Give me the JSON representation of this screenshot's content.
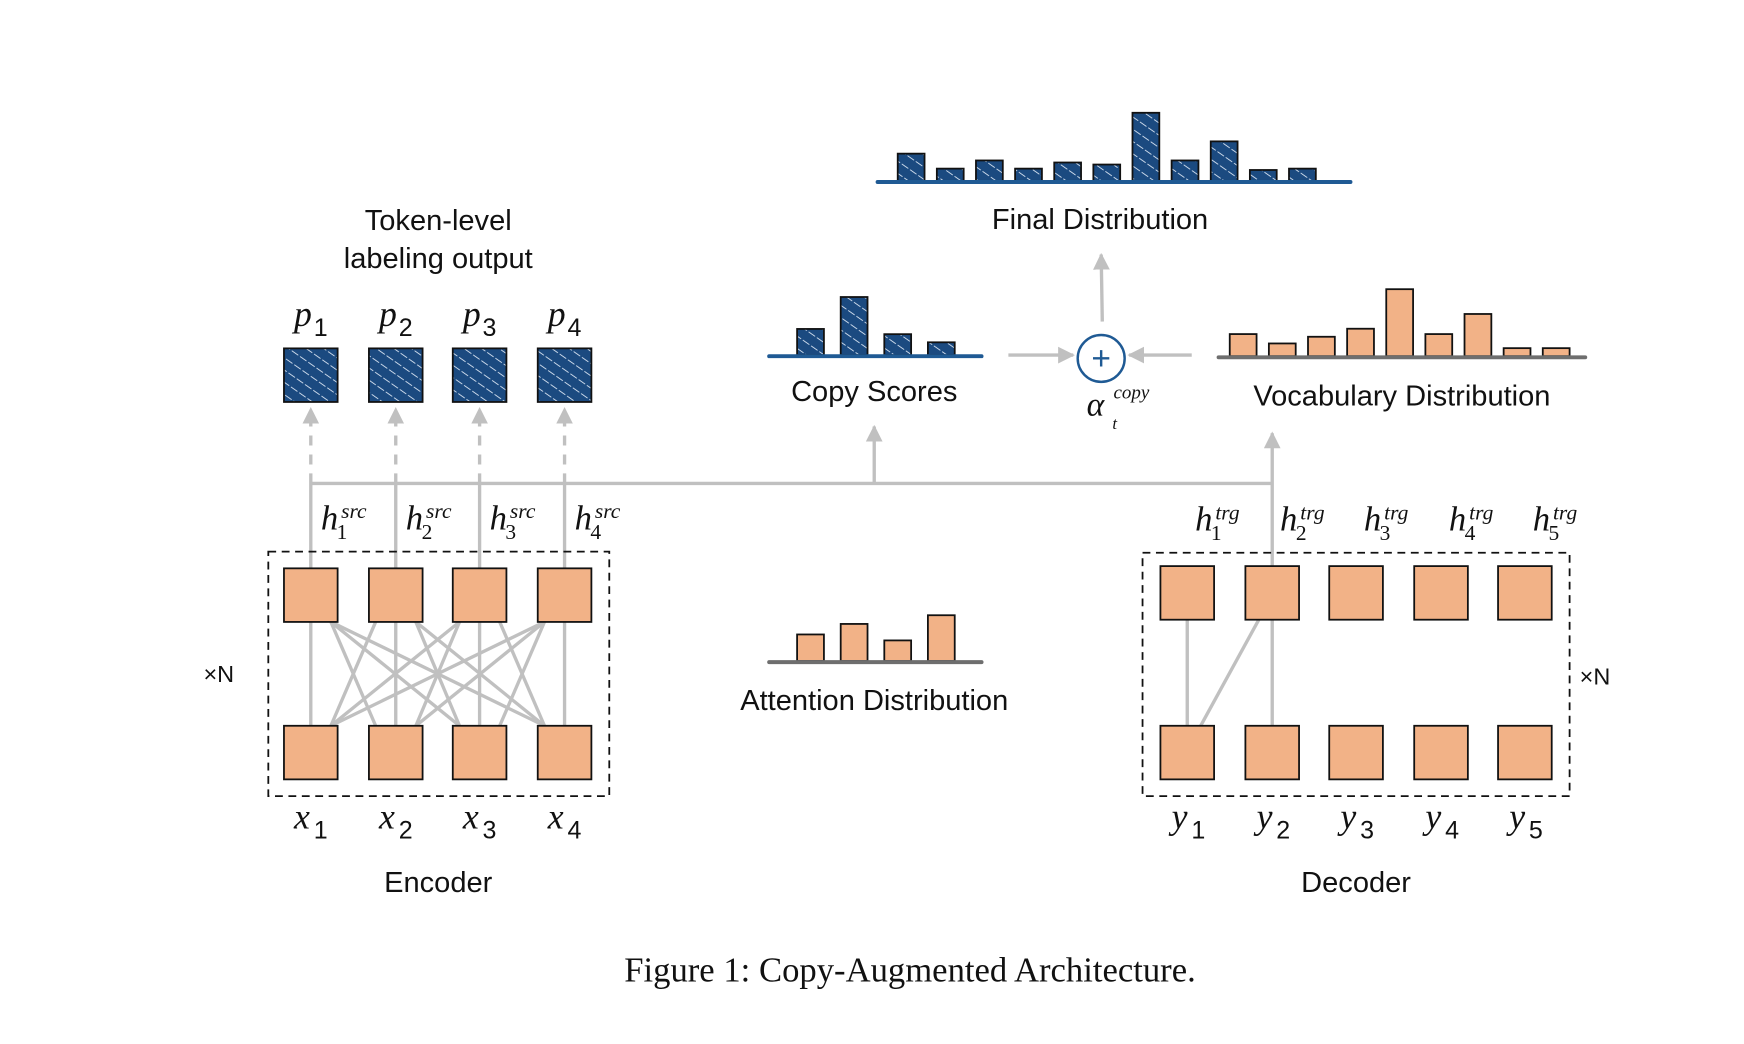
{
  "colors": {
    "node_fill": "#f2b287",
    "hatch_fill": "#1b4a80",
    "hatch_line": "#d6e2f0",
    "connector": "#c0c0c0",
    "axis_blue": "#1f5a94",
    "axis_gray": "#6e6e6e",
    "plus_circle": "#1f5a94"
  },
  "labels": {
    "token_level_line1": "Token-level",
    "token_level_line2": "labeling output",
    "final_distribution": "Final Distribution",
    "copy_scores": "Copy Scores",
    "vocabulary_distribution": "Vocabulary Distribution",
    "attention_distribution": "Attention Distribution",
    "encoder": "Encoder",
    "decoder": "Decoder",
    "times_n_left": "×N",
    "times_n_right": "×N",
    "alpha_symbol": "α",
    "alpha_superscript": "copy",
    "alpha_subscript": "t",
    "plus_symbol": "+"
  },
  "caption": "Figure 1: Copy-Augmented Architecture.",
  "encoder": {
    "outputs": [
      {
        "base": "p",
        "sub": "1"
      },
      {
        "base": "p",
        "sub": "2"
      },
      {
        "base": "p",
        "sub": "3"
      },
      {
        "base": "p",
        "sub": "4"
      }
    ],
    "hidden": [
      {
        "base": "h",
        "sub": "1",
        "sup": "src"
      },
      {
        "base": "h",
        "sub": "2",
        "sup": "src"
      },
      {
        "base": "h",
        "sub": "3",
        "sup": "src"
      },
      {
        "base": "h",
        "sub": "4",
        "sup": "src"
      }
    ],
    "inputs": [
      {
        "base": "x",
        "sub": "1"
      },
      {
        "base": "x",
        "sub": "2"
      },
      {
        "base": "x",
        "sub": "3"
      },
      {
        "base": "x",
        "sub": "4"
      }
    ]
  },
  "decoder": {
    "hidden": [
      {
        "base": "h",
        "sub": "1",
        "sup": "trg"
      },
      {
        "base": "h",
        "sub": "2",
        "sup": "trg"
      },
      {
        "base": "h",
        "sub": "3",
        "sup": "trg"
      },
      {
        "base": "h",
        "sub": "4",
        "sup": "trg"
      },
      {
        "base": "h",
        "sub": "5",
        "sup": "trg"
      }
    ],
    "inputs": [
      {
        "base": "y",
        "sub": "1"
      },
      {
        "base": "y",
        "sub": "2"
      },
      {
        "base": "y",
        "sub": "3"
      },
      {
        "base": "y",
        "sub": "4"
      },
      {
        "base": "y",
        "sub": "5"
      }
    ]
  },
  "chart_data": [
    {
      "type": "bar",
      "title": "Final Distribution",
      "style": "blue-hatched",
      "values": [
        0.4,
        0.18,
        0.3,
        0.18,
        0.27,
        0.24,
        1.0,
        0.3,
        0.58,
        0.16,
        0.18
      ],
      "ylim": [
        0,
        1
      ]
    },
    {
      "type": "bar",
      "title": "Copy Scores",
      "style": "blue-hatched",
      "values": [
        0.45,
        1.0,
        0.36,
        0.22
      ],
      "ylim": [
        0,
        1
      ]
    },
    {
      "type": "bar",
      "title": "Vocabulary Distribution",
      "style": "orange",
      "values": [
        0.33,
        0.19,
        0.29,
        0.41,
        1.0,
        0.33,
        0.63,
        0.12,
        0.12
      ],
      "ylim": [
        0,
        1
      ]
    },
    {
      "type": "bar",
      "title": "Attention Distribution",
      "style": "orange",
      "values": [
        0.58,
        0.81,
        0.45,
        1.0
      ],
      "ylim": [
        0,
        1
      ]
    }
  ]
}
